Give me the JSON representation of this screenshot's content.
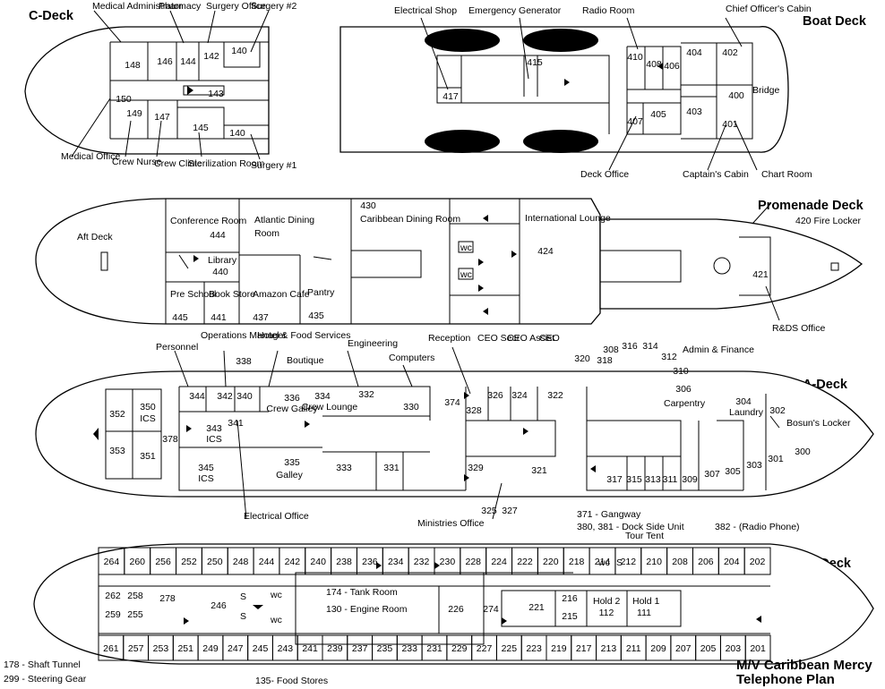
{
  "title": {
    "line1": "M/V Caribbean Mercy",
    "line2": "Telephone Plan"
  },
  "decks": {
    "c": "C-Deck",
    "boat": "Boat Deck",
    "promenade": "Promenade Deck",
    "a": "A-Deck",
    "b": "B-Deck"
  },
  "rooms": {
    "c": [
      {
        "n": "148",
        "l": "Medical Administrator"
      },
      {
        "n": "146",
        "l": "Pharmacy"
      },
      {
        "n": "144",
        "l": ""
      },
      {
        "n": "142",
        "l": "Surgery Office"
      },
      {
        "n": "140",
        "l": "Surgery #2"
      },
      {
        "n": "150",
        "l": "Medical Office"
      },
      {
        "n": "149",
        "l": "Crew Nurse"
      },
      {
        "n": "147",
        "l": "Crew Clinic"
      },
      {
        "n": "143",
        "l": ""
      },
      {
        "n": "145",
        "l": "Sterilization Room"
      },
      {
        "n": "140",
        "l": "Surgery #1"
      }
    ],
    "boat": [
      {
        "n": "417",
        "l": "Electrical Shop"
      },
      {
        "n": "415",
        "l": "Emergency Generator"
      },
      {
        "n": "410",
        "l": "Radio Room"
      },
      {
        "n": "408",
        "l": ""
      },
      {
        "n": "406",
        "l": ""
      },
      {
        "n": "404",
        "l": ""
      },
      {
        "n": "402",
        "l": "Chief Officer's Cabin"
      },
      {
        "n": "400",
        "l": "Chart Room"
      },
      {
        "n": "407",
        "l": "Deck Office"
      },
      {
        "n": "405",
        "l": ""
      },
      {
        "n": "403",
        "l": ""
      },
      {
        "n": "401",
        "l": "Captain's Cabin"
      }
    ],
    "promenade": [
      {
        "n": "444",
        "l": "Conference Room"
      },
      {
        "n": "440",
        "l": "Library"
      },
      {
        "n": "445",
        "l": "Pre School"
      },
      {
        "n": "441",
        "l": "Book Store"
      },
      {
        "n": "437",
        "l": "Amazon Cafe"
      },
      {
        "n": "435",
        "l": "Pantry"
      },
      {
        "n": "430",
        "l": "Caribbean Dining Room"
      },
      {
        "n": "424",
        "l": "International Lounge"
      },
      {
        "n": "420",
        "l": "Fire Locker"
      },
      {
        "n": "421",
        "l": "R&DS Office"
      }
    ],
    "a": [
      {
        "n": "352",
        "l": ""
      },
      {
        "n": "350",
        "l": "ICS"
      },
      {
        "n": "353",
        "l": ""
      },
      {
        "n": "351",
        "l": ""
      },
      {
        "n": "378",
        "l": ""
      },
      {
        "n": "343",
        "l": "ICS"
      },
      {
        "n": "345",
        "l": "ICS"
      },
      {
        "n": "344",
        "l": "Personnel"
      },
      {
        "n": "342",
        "l": "Operations Manager"
      },
      {
        "n": "340",
        "l": "Hotel & Food Services"
      },
      {
        "n": "338",
        "l": ""
      },
      {
        "n": "341",
        "l": ""
      },
      {
        "n": "336",
        "l": "Crew Galley"
      },
      {
        "n": "334",
        "l": "Crew Lounge"
      },
      {
        "n": "335",
        "l": "Galley"
      },
      {
        "n": "332",
        "l": "Engineering"
      },
      {
        "n": "330",
        "l": "Computers"
      },
      {
        "n": "333",
        "l": ""
      },
      {
        "n": "331",
        "l": ""
      },
      {
        "n": "374",
        "l": ""
      },
      {
        "n": "328",
        "l": "Reception"
      },
      {
        "n": "326",
        "l": "CEO Secr"
      },
      {
        "n": "324",
        "l": "CEO Assist"
      },
      {
        "n": "322",
        "l": "CEO"
      },
      {
        "n": "329",
        "l": "Ministries Office"
      },
      {
        "n": "321",
        "l": ""
      },
      {
        "n": "320",
        "l": ""
      },
      {
        "n": "318",
        "l": ""
      },
      {
        "n": "316",
        "l": ""
      },
      {
        "n": "314",
        "l": ""
      },
      {
        "n": "312",
        "l": ""
      },
      {
        "n": "308",
        "l": ""
      },
      {
        "n": "310",
        "l": "Admin & Finance"
      },
      {
        "n": "306",
        "l": "Carpentry"
      },
      {
        "n": "304",
        "l": "Laundry"
      },
      {
        "n": "302",
        "l": ""
      },
      {
        "n": "300",
        "l": "Bosun's Locker"
      },
      {
        "n": "301",
        "l": ""
      },
      {
        "n": "303",
        "l": ""
      },
      {
        "n": "305",
        "l": ""
      },
      {
        "n": "307",
        "l": ""
      },
      {
        "n": "309",
        "l": ""
      },
      {
        "n": "311",
        "l": ""
      },
      {
        "n": "313",
        "l": ""
      },
      {
        "n": "315",
        "l": ""
      },
      {
        "n": "317",
        "l": ""
      },
      {
        "n": "325",
        "l": ""
      },
      {
        "n": "327",
        "l": ""
      }
    ],
    "b_top": [
      "264",
      "260",
      "256",
      "252",
      "250",
      "248",
      "244",
      "242",
      "240",
      "238",
      "236",
      "234",
      "232",
      "230",
      "228",
      "224",
      "222",
      "220",
      "218",
      "214",
      "212",
      "210",
      "208",
      "206",
      "204",
      "202"
    ],
    "b_bottom": [
      "261",
      "257",
      "253",
      "251",
      "249",
      "247",
      "245",
      "243",
      "241",
      "239",
      "237",
      "235",
      "233",
      "231",
      "229",
      "227",
      "225",
      "223",
      "219",
      "217",
      "213",
      "211",
      "209",
      "207",
      "205",
      "203",
      "201"
    ],
    "b_mid": [
      "262",
      "258",
      "259",
      "255",
      "278",
      "246",
      "226",
      "274",
      "221",
      "216",
      "215",
      "112",
      "111"
    ]
  },
  "labels": {
    "aft_deck": "Aft Deck",
    "boutique": "Boutique",
    "electrical_office": "Electrical Office",
    "wc": "wc",
    "s": "S",
    "tank_room": "174 - Tank Room",
    "engine_room": "130 - Engine Room",
    "hold2": "Hold 2",
    "hold1": "Hold  1",
    "gangway": "371 - Gangway",
    "dock_unit": "380, 381 - Dock Side Unit",
    "tour_tent": "Tour Tent",
    "radio_phone": "382 - (Radio Phone)",
    "shaft_tunnel": "178 - Shaft Tunnel",
    "steering_gear": "299 - Steering Gear",
    "food_stores": "135- Food Stores"
  }
}
